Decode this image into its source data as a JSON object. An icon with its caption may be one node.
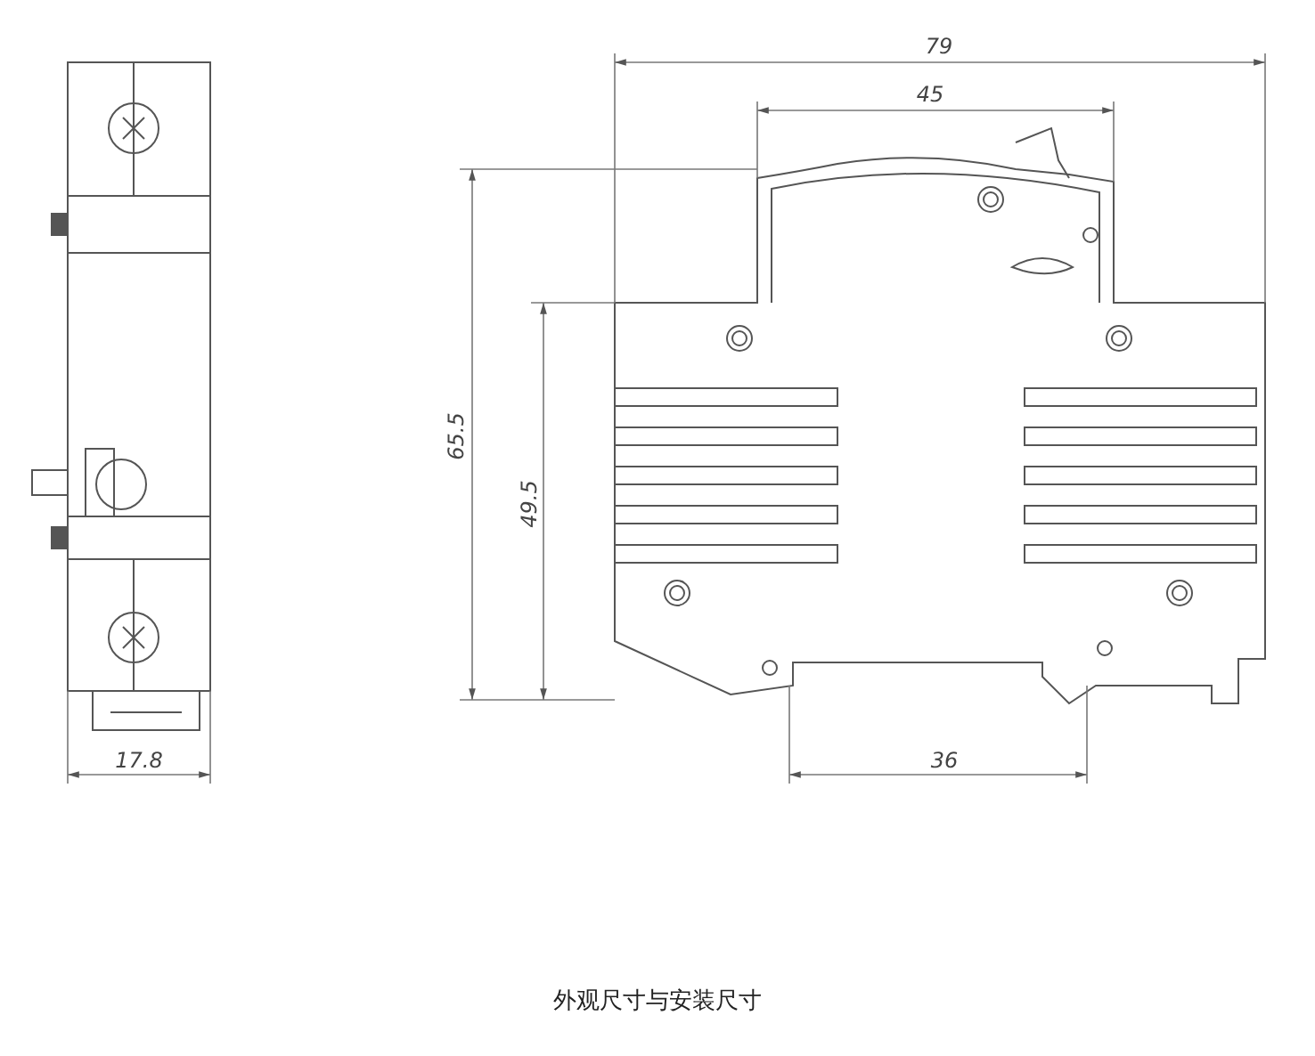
{
  "diagram": {
    "caption": "外观尺寸与安装尺寸",
    "labels": [
      "79",
      "45",
      "65.5",
      "49.5",
      "17.8",
      "36"
    ]
  }
}
